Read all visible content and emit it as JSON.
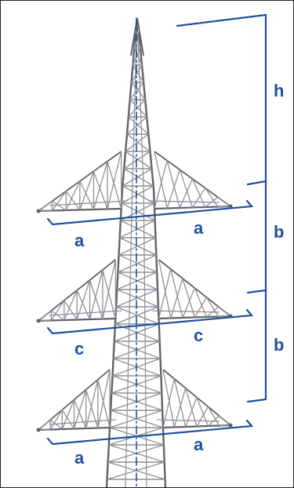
{
  "colors": {
    "dimension": "#1f4fa0",
    "lattice": "#8e9196",
    "lattice_dark": "#5f6268",
    "frame": "#222222"
  },
  "labels": {
    "height_top": "h",
    "spacing_upper": "b",
    "spacing_lower": "b",
    "arm_top_left": "a",
    "arm_top_right": "a",
    "arm_mid_left": "c",
    "arm_mid_right": "c",
    "arm_bottom_left": "a",
    "arm_bottom_right": "a"
  }
}
